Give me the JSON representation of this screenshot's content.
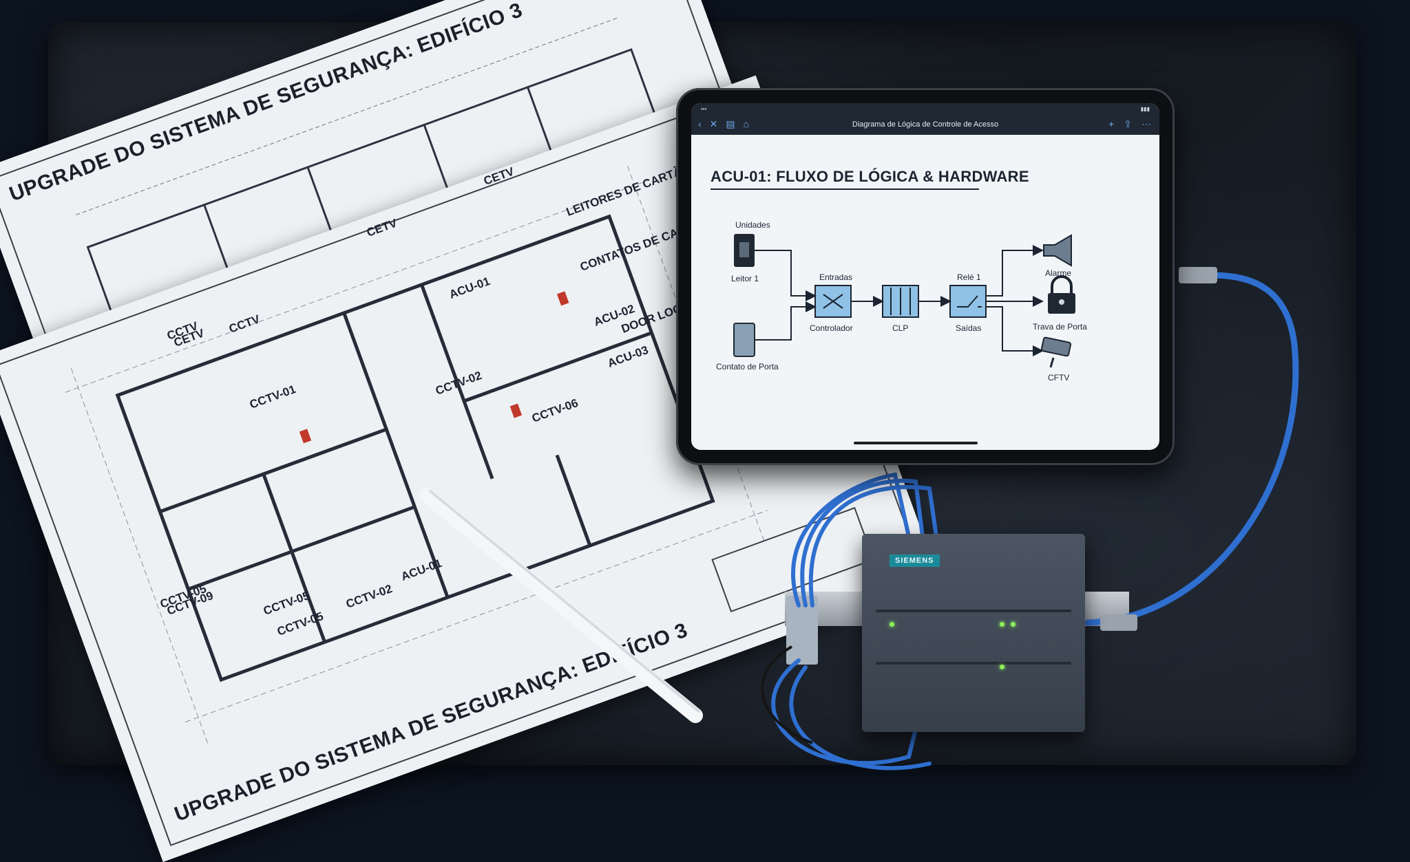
{
  "sheets": {
    "back_title": "UPGRADE DO SISTEMA DE SEGURANÇA: EDIFÍCIO 3",
    "front_title": "UPGRADE DO SISTEMA DE SEGURANÇA: EDIFÍCIO 3"
  },
  "plan_labels": [
    "CETV",
    "CETV",
    "CETV",
    "LEITORES DE CARTÃO",
    "CONTATOS DE CARTÃ",
    "ACU-01",
    "ACU-02",
    "ACU-03",
    "CCTV",
    "CCTV",
    "CCTV-01",
    "CCTV-02",
    "CCTV-05",
    "CCTV-05",
    "CCTV-06",
    "CCTV-09",
    "CCTV-02",
    "ACU-01",
    "DOOR LOC",
    "CCTV-05"
  ],
  "tablet": {
    "app_title": "Diagrama de Lógica de Controle de Acesso",
    "diagram_title": "ACU-01: FLUXO DE LÓGICA & HARDWARE",
    "nodes": {
      "units_header": "Unidades",
      "reader": "Leitor 1",
      "door_contact": "Contato de Porta",
      "inputs": "Entradas",
      "controller": "Controlador",
      "plc": "CLP",
      "relay": "Relé 1",
      "outputs": "Saídas",
      "alarm": "Alarme",
      "door_lock": "Trava de Porta",
      "cctv": "CFTV"
    }
  },
  "plc": {
    "brand": "SIEMENS"
  },
  "colors": {
    "slate": "#1a2029",
    "paper": "#eef1f4",
    "screen": "#f2f5f8",
    "cable": "#2f6fd0",
    "plc_body": "#434c58",
    "led": "#8df05a",
    "brand": "#1a8a99"
  }
}
